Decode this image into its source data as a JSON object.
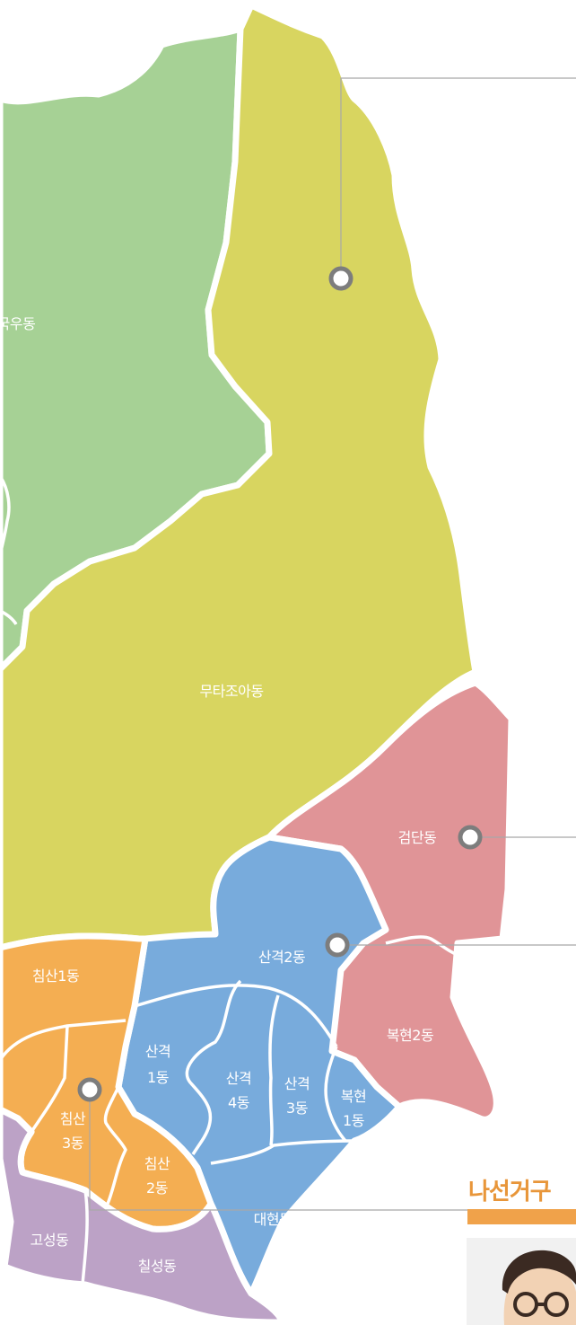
{
  "colors": {
    "mutajoa": "#d8d560",
    "gugu": "#a6d195",
    "geomdan": "#e09497",
    "sangyeok": "#78abdc",
    "chimsan": "#f4ae52",
    "seobu": "#bca2c6",
    "marker": "#7d7d7d",
    "leader": "#a8a8a8",
    "title": "#e8963a"
  },
  "labels": {
    "gugu": "국우동",
    "mutajoa": "무타조아동",
    "geomdan": "검단동",
    "sangyeok2": "산격2동",
    "chimsan1": "침산1동",
    "bokhyeon2": "복현2동",
    "sangyeok1_a": "산격",
    "sangyeok1_b": "1동",
    "sangyeok4_a": "산격",
    "sangyeok4_b": "4동",
    "sangyeok3_a": "산격",
    "sangyeok3_b": "3동",
    "bokhyeon1_a": "복현",
    "bokhyeon1_b": "1동",
    "chimsan3_a": "침산",
    "chimsan3_b": "3동",
    "chimsan2_a": "침산",
    "chimsan2_b": "2동",
    "daehyeon": "대현동",
    "goseong": "고성동",
    "chilseong": "칠성동"
  },
  "section_title": "나선거구",
  "photo_icon": "candidate-portrait-icon"
}
